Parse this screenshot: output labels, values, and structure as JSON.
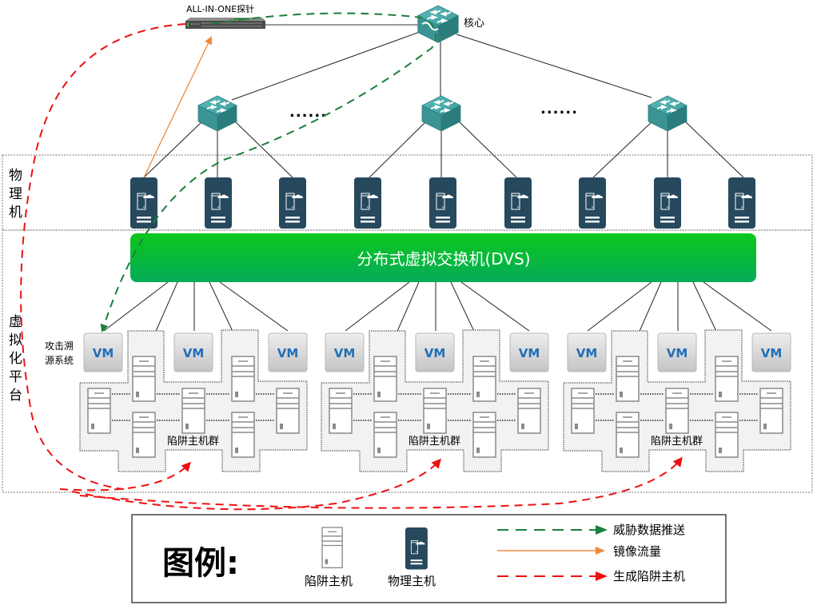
{
  "title": "蜜罐部署架构图",
  "probe": {
    "label": "ALL-IN-ONE探针"
  },
  "core_switch": {
    "label": "核心"
  },
  "ellipsis": "......",
  "zones": {
    "physical": {
      "label": [
        "物",
        "理",
        "机"
      ]
    },
    "virtual": {
      "label": [
        "虚",
        "拟",
        "化",
        "平",
        "台"
      ]
    }
  },
  "dvs": {
    "label": "分布式虚拟交换机(DVS)"
  },
  "vm_label": "VM",
  "trace_system": {
    "label": [
      "攻击溯",
      "源系统"
    ]
  },
  "honeypot_groups": [
    {
      "label": "陷阱主机群"
    },
    {
      "label": "陷阱主机群"
    },
    {
      "label": "陷阱主机群"
    }
  ],
  "legend": {
    "title": "图例:",
    "icons": [
      {
        "label": "陷阱主机",
        "icon": "honeypot-host-icon"
      },
      {
        "label": "物理主机",
        "icon": "physical-host-icon"
      }
    ],
    "lines": [
      {
        "label": "威胁数据推送",
        "style": "dashed",
        "color": "#1a7f3c"
      },
      {
        "label": "镜像流量",
        "style": "solid",
        "color": "#f0883a"
      },
      {
        "label": "生成陷阱主机",
        "style": "dashed",
        "color": "#ee1111"
      }
    ]
  },
  "colors": {
    "dvs_top": "#0bc71a",
    "dvs_bottom": "#05ab5a",
    "physical_host": "#26495e",
    "switch": "#3a9a9a",
    "threat_push": "#1a7f3c",
    "mirror": "#f0883a",
    "generate": "#ee1111"
  }
}
